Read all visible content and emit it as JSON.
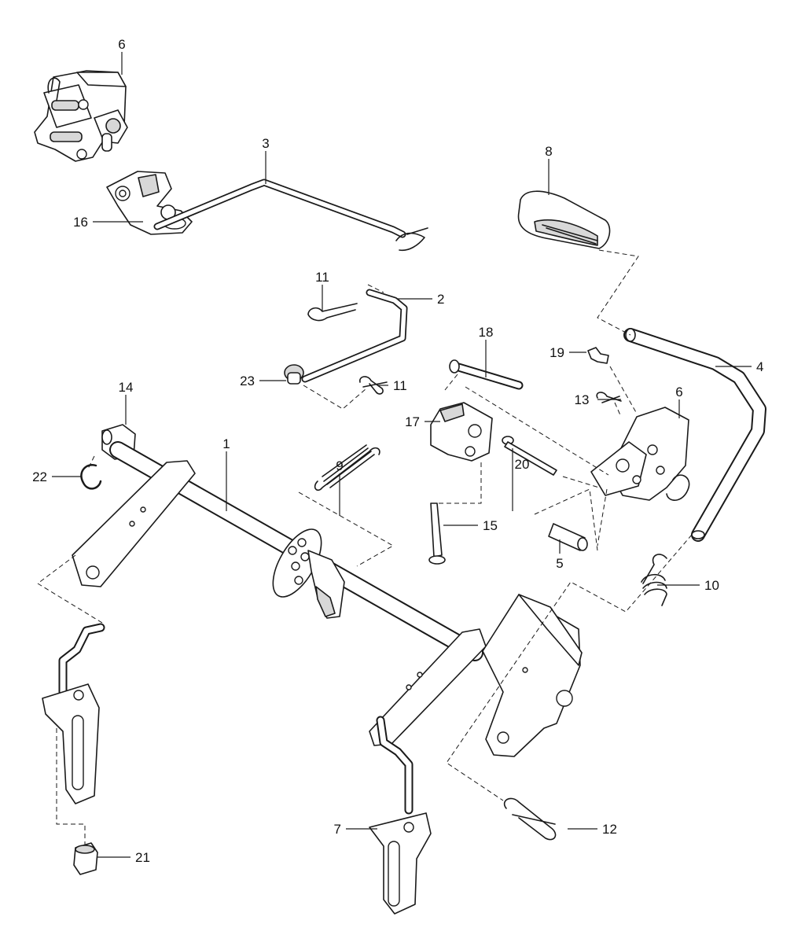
{
  "callouts": [
    {
      "id": "c6a",
      "text": "6"
    },
    {
      "id": "c3",
      "text": "3"
    },
    {
      "id": "c8",
      "text": "8"
    },
    {
      "id": "c16",
      "text": "16"
    },
    {
      "id": "c11a",
      "text": "11"
    },
    {
      "id": "c2",
      "text": "2"
    },
    {
      "id": "c18",
      "text": "18"
    },
    {
      "id": "c19",
      "text": "19"
    },
    {
      "id": "c4",
      "text": "4"
    },
    {
      "id": "c23",
      "text": "23"
    },
    {
      "id": "c11b",
      "text": "11"
    },
    {
      "id": "c13",
      "text": "13"
    },
    {
      "id": "c6b",
      "text": "6"
    },
    {
      "id": "c14",
      "text": "14"
    },
    {
      "id": "c1",
      "text": "1"
    },
    {
      "id": "c17",
      "text": "17"
    },
    {
      "id": "c22",
      "text": "22"
    },
    {
      "id": "c9",
      "text": "9"
    },
    {
      "id": "c20",
      "text": "20"
    },
    {
      "id": "c15",
      "text": "15"
    },
    {
      "id": "c5",
      "text": "5"
    },
    {
      "id": "c10",
      "text": "10"
    },
    {
      "id": "c7",
      "text": "7"
    },
    {
      "id": "c12",
      "text": "12"
    },
    {
      "id": "c21",
      "text": "21"
    }
  ]
}
